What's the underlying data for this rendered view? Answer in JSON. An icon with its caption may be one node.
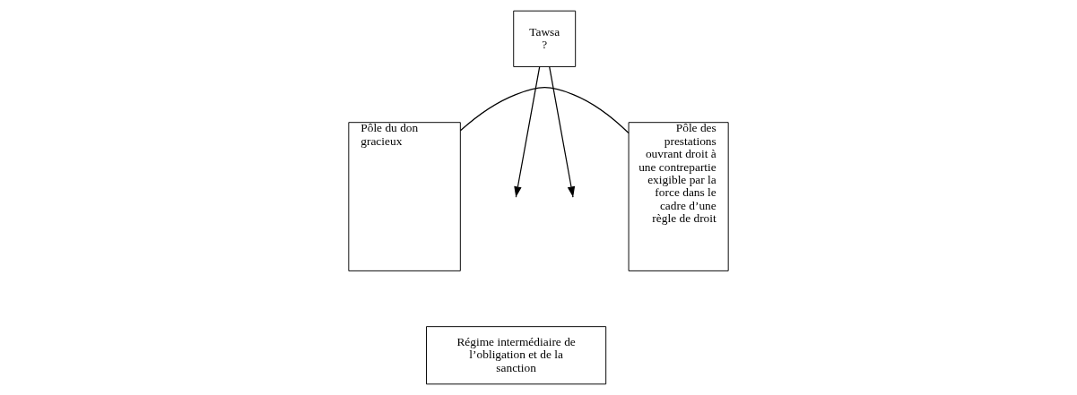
{
  "diagram": {
    "nodes": [
      {
        "text": [
          "Tawsa",
          "?"
        ]
      },
      {
        "text": [
          "Pôle du don gracieux"
        ]
      },
      {
        "text": [
          "Pôle des prestations ouvrant droit à une contrepartie exigible par la force dans le cadre d’une règle de droit"
        ]
      },
      {
        "text": [
          "Régime intermédiaire de l’obligation et de la sanction"
        ]
      }
    ],
    "edges": [
      {
        "from": 0,
        "to": null,
        "arrow": "to"
      },
      {
        "from": 0,
        "to": null,
        "arrow": "to"
      },
      {
        "from": 1,
        "to": 2,
        "arrow": "none"
      }
    ]
  }
}
